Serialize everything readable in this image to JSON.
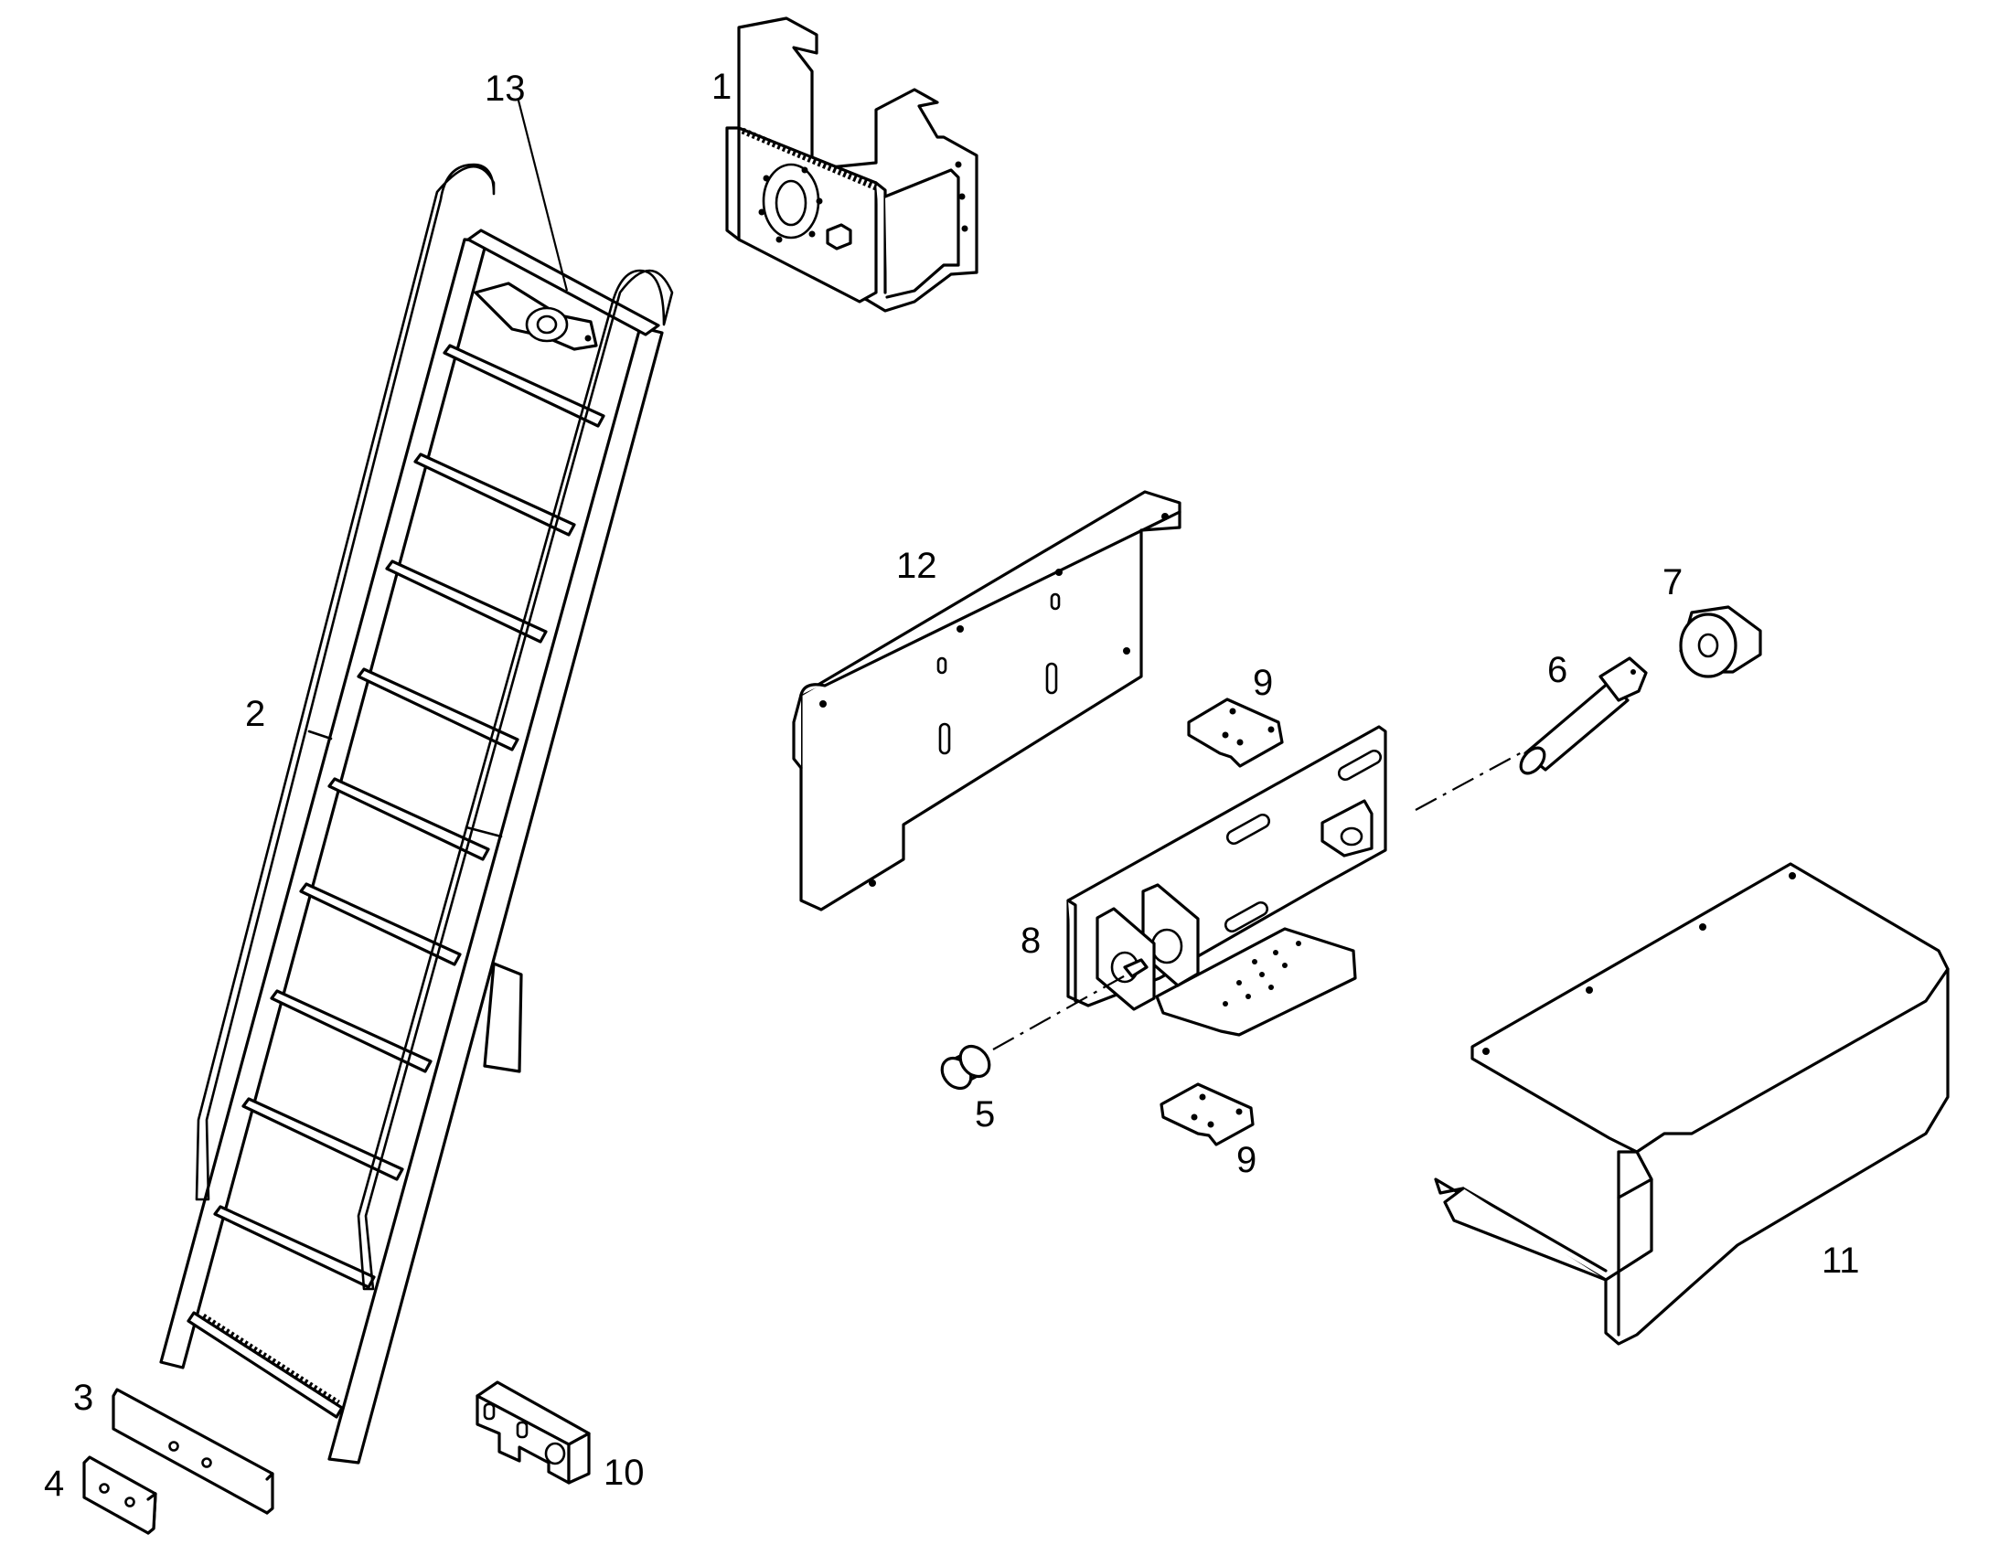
{
  "callouts": {
    "c1": "1",
    "c2": "2",
    "c3": "3",
    "c4": "4",
    "c5": "5",
    "c6": "6",
    "c7": "7",
    "c8": "8",
    "c9a": "9",
    "c9b": "9",
    "c10": "10",
    "c11": "11",
    "c12": "12",
    "c13": "13"
  }
}
